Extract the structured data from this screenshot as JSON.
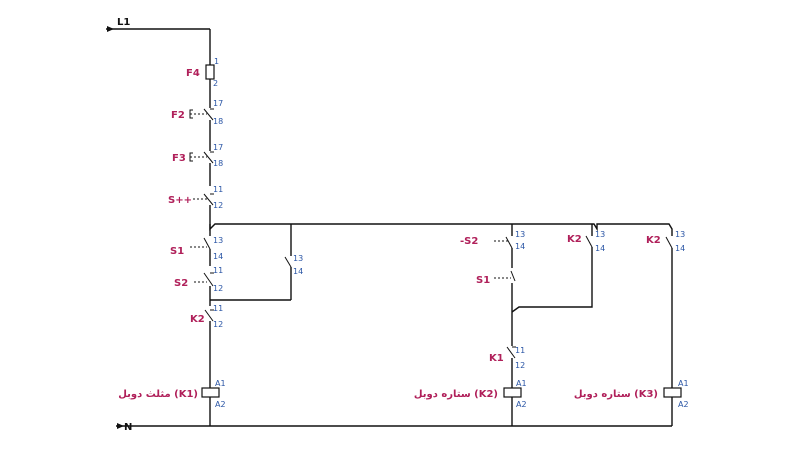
{
  "rails": {
    "line": "L1",
    "neutral": "N"
  },
  "labels": {
    "f4": "F4",
    "f2": "F2",
    "f3": "F3",
    "spp": "S++",
    "s1": "S1",
    "s2": "S2",
    "k2_left": "K2",
    "s2_mid": "-S2",
    "s1_mid": "S1",
    "k1_mid": "K1",
    "k2_c3": "K2",
    "k2_c4": "K2"
  },
  "pins": {
    "f4_top": "1",
    "f4_bot": "2",
    "f2_top": "17",
    "f2_bot": "18",
    "f3_top": "17",
    "f3_bot": "18",
    "spp_top": "11",
    "spp_bot": "12",
    "s1_top": "13",
    "s1_bot": "14",
    "s2_top": "11",
    "s2_bot": "12",
    "k2l_top": "11",
    "k2l_bot": "12",
    "hold_top": "13",
    "hold_bot": "14",
    "s2m_top": "13",
    "s2m_bot": "14",
    "k2c3_top": "13",
    "k2c3_bot": "14",
    "k2c4_top": "13",
    "k2c4_bot": "14",
    "k1m_top": "11",
    "k1m_bot": "12",
    "coil1_a1": "A1",
    "coil1_a2": "A2",
    "coil2_a1": "A1",
    "coil2_a2": "A2",
    "coil3_a1": "A1",
    "coil3_a2": "A2"
  },
  "coils": {
    "k1": "مثلث دوبل (K1)",
    "k2": "ستاره دوبل (K2)",
    "k3": "ستاره دوبل (K3)"
  }
}
